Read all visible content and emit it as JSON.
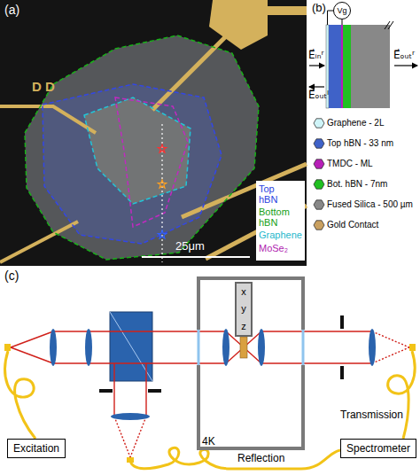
{
  "diagram": {
    "nodes": [
      {
        "text": [
          "Vg"
        ]
      },
      {
        "text": [
          "4K"
        ]
      },
      {
        "text": [
          "x",
          "y",
          "z"
        ],
        "in": 1
      },
      {
        "text": [
          "Excitation"
        ]
      },
      {
        "text": [
          "Spectrometer"
        ]
      }
    ],
    "labels": [
      "(a)",
      "D D",
      "25μm",
      "(b)",
      "E⃗ᵢₙʳ",
      "E⃗ₒᵤₜˡ",
      "E⃗ₒᵤₜʳ",
      "(c)",
      "Reflection",
      "Transmission"
    ],
    "legend": [
      {
        "text": "Top hBN",
        "color": "#2a3fe0"
      },
      {
        "text": "Bottom hBN",
        "color": "#15a015"
      },
      {
        "text": "Graphene",
        "color": "#1fb8cc"
      },
      {
        "text": "MoSe₂",
        "color": "#b025b0"
      },
      {
        "text": "Graphene - 2L",
        "color": "#cff4f8"
      },
      {
        "text": "Top hBN - 33 nm",
        "color": "#3f62c8"
      },
      {
        "text": "TMDC - ML",
        "color": "#b71fb7"
      },
      {
        "text": "Bot. hBN - 7nm",
        "color": "#21c021"
      },
      {
        "text": "Fused Silica - 500 µm",
        "color": "#888888"
      },
      {
        "text": "Gold Contact",
        "color": "#c9a060"
      }
    ]
  }
}
